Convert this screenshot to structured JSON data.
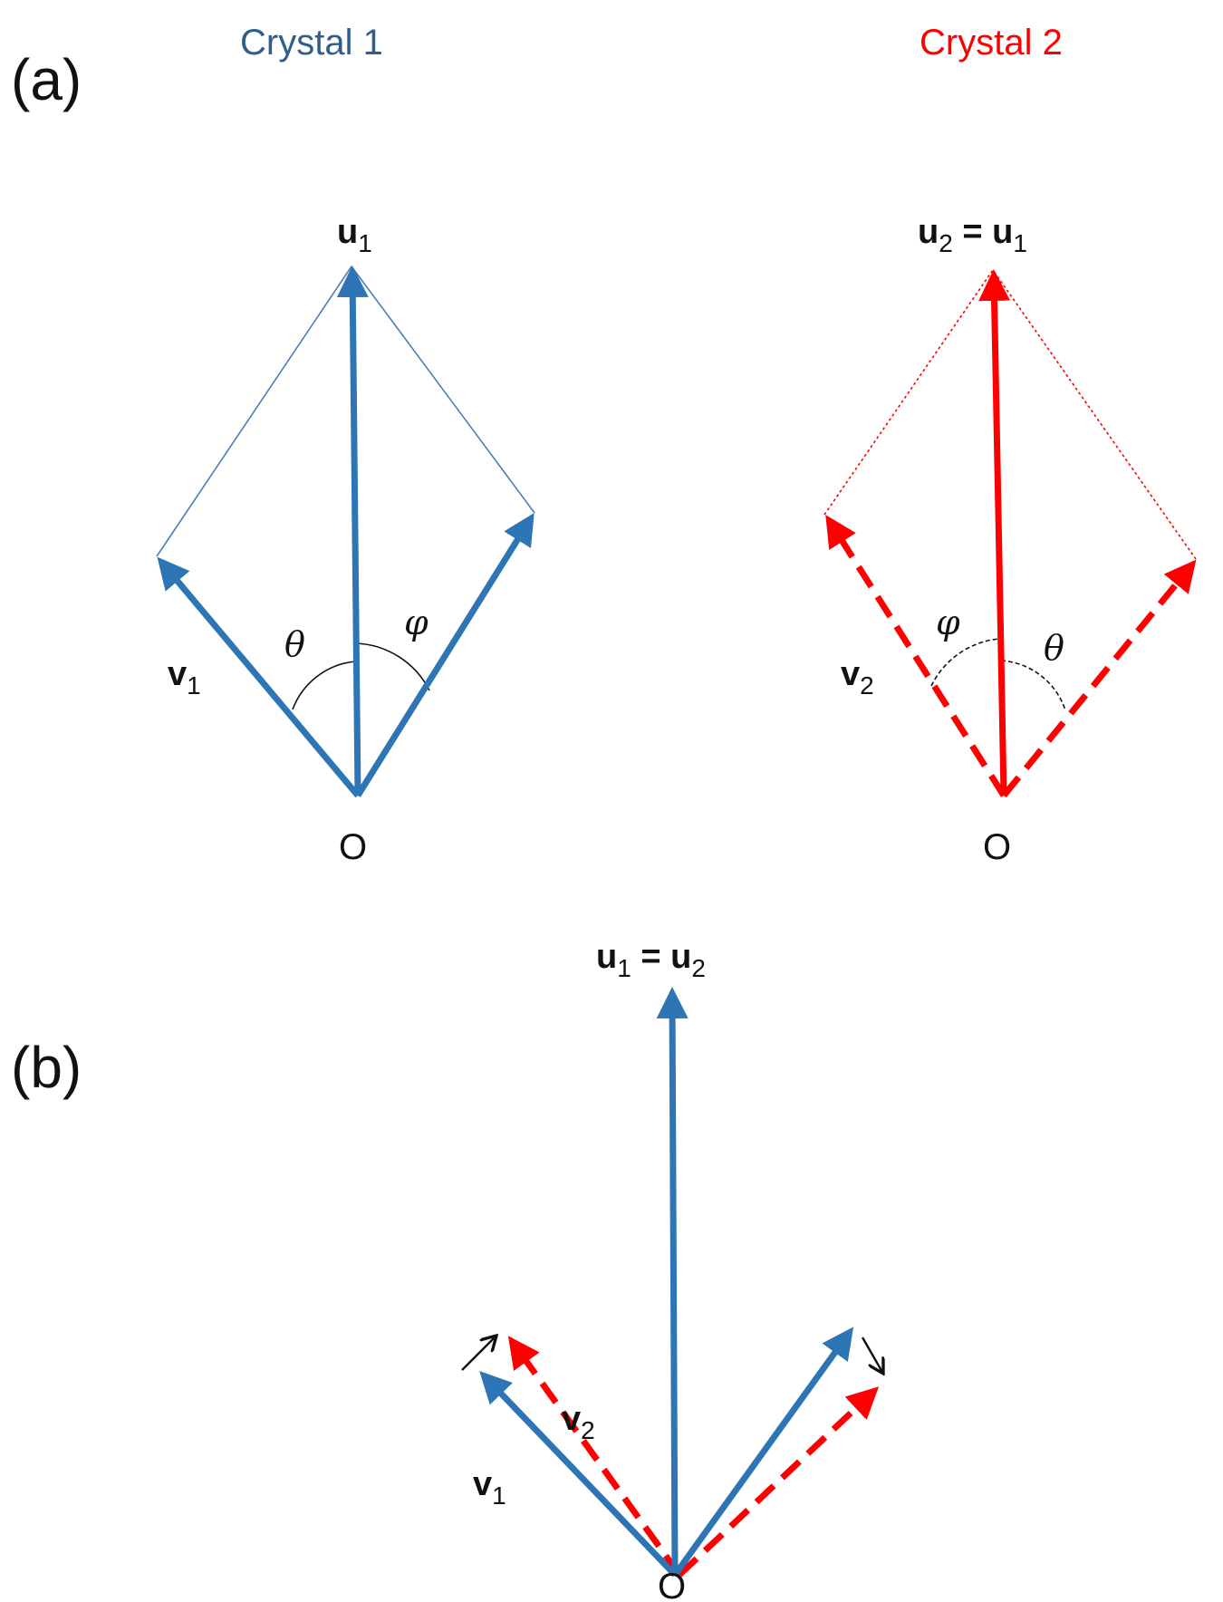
{
  "panels": {
    "a": "(a)",
    "b": "(b)"
  },
  "colors": {
    "crystal1": "#2e75b6",
    "crystal1_title": "#2e5f8c",
    "crystal2": "#ff0000",
    "ink": "#111111"
  },
  "crystal1": {
    "title": "Crystal 1",
    "u_label": {
      "main": "u",
      "sub": "1"
    },
    "v_label": {
      "main": "v",
      "sub": "1"
    },
    "angle_left": "θ",
    "angle_right": "φ",
    "origin": "O"
  },
  "crystal2": {
    "title": "Crystal 2",
    "u_label": {
      "main": "u",
      "sub": "2",
      "eq": " = u",
      "sub2": "1"
    },
    "v_label": {
      "main": "v",
      "sub": "2"
    },
    "angle_left": "φ",
    "angle_right": "θ",
    "origin": "O"
  },
  "panel_b": {
    "u_label": {
      "main": "u",
      "sub": "1",
      "eq": " = u",
      "sub2": "2"
    },
    "v1_label": {
      "main": "v",
      "sub": "1"
    },
    "v2_label": {
      "main": "v",
      "sub": "2"
    },
    "origin": "O"
  }
}
